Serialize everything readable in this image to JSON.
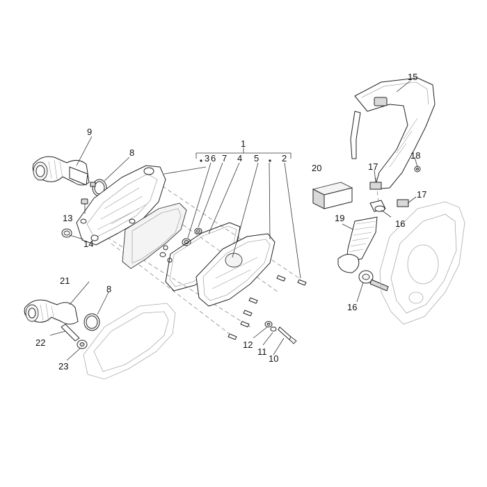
{
  "callouts": {
    "c1": "1",
    "c2": "2",
    "c3": "3",
    "c4": "4",
    "c5": "5",
    "c6": "6",
    "c7": "7",
    "c8a": "8",
    "c8b": "8",
    "c9": "9",
    "c10": "10",
    "c11": "11",
    "c12": "12",
    "c13": "13",
    "c14": "14",
    "c15": "15",
    "c16a": "16",
    "c16b": "16",
    "c17a": "17",
    "c17b": "17",
    "c18": "18",
    "c19": "19",
    "c20": "20",
    "c21": "21",
    "c22": "22",
    "c23": "23"
  },
  "colors": {
    "line": "#222222",
    "background": "#ffffff"
  }
}
